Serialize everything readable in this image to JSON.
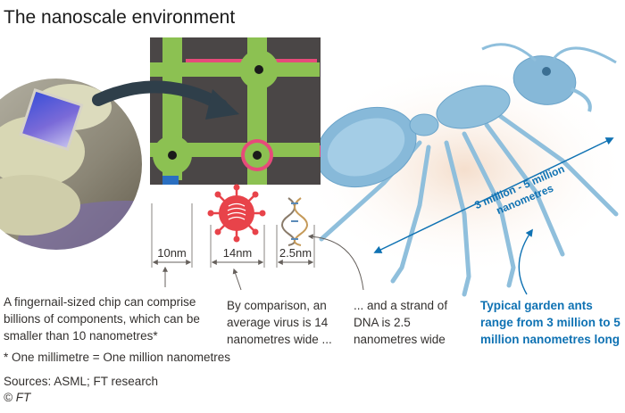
{
  "title": "The nanoscale environment",
  "scale_labels": {
    "chip": "10nm",
    "virus": "14nm",
    "dna": "2.5nm"
  },
  "captions": {
    "chip": [
      "A fingernail-sized chip can comprise",
      "billions of components, which can be",
      "smaller than 10 nanometres*"
    ],
    "virus": [
      "By comparison, an",
      "average virus is 14",
      "nanometres wide ..."
    ],
    "dna": [
      "... and a strand of",
      "DNA is 2.5",
      "nanometres wide"
    ],
    "ant": [
      "Typical garden ants",
      "range from 3 million to 5",
      "million nanometres long"
    ]
  },
  "ant_length_label": [
    "3 million - 5 million",
    "nanometres"
  ],
  "footnote": "* One millimetre = One million nanometres",
  "sources": "Sources: ASML; FT research",
  "copyright": "© FT",
  "colors": {
    "circuit_bg": "#4a4646",
    "circuit_green": "#8cc152",
    "circuit_pink": "#e64b7a",
    "virus_red": "#e8434a",
    "ant_blue": "#7fb4d6",
    "accent_blue": "#0f72b3"
  }
}
